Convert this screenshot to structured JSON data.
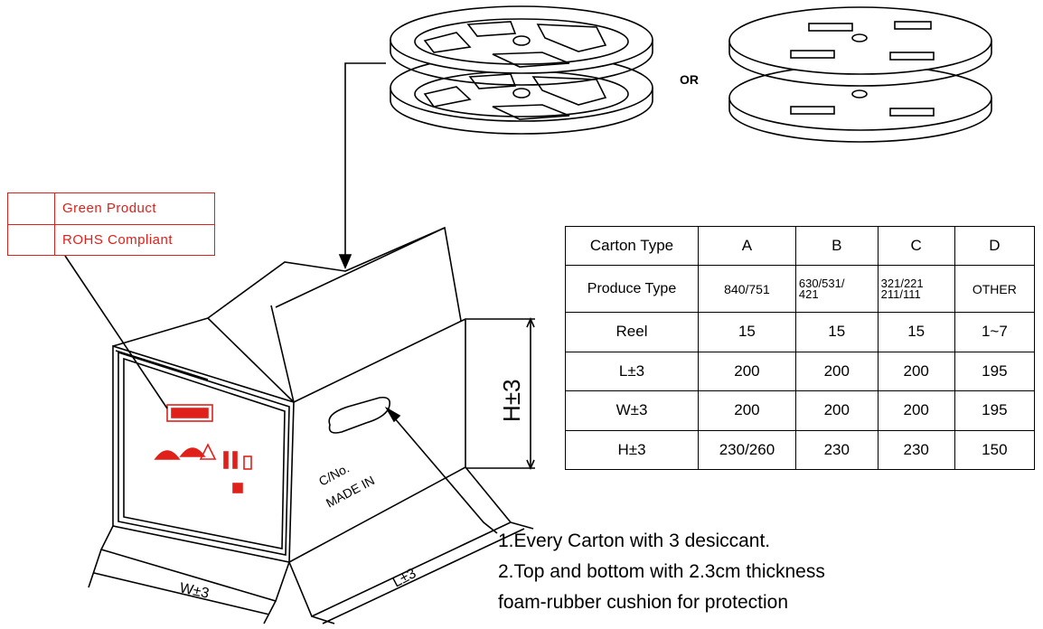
{
  "labels": {
    "green_product": "Green Product",
    "rohs": "ROHS Compliant"
  },
  "or_text": "OR",
  "box": {
    "cno": "C/No.",
    "made_in": "MADE IN",
    "height_dim": "H±3",
    "width_dim": "W±3",
    "length_dim": "L±3"
  },
  "table": {
    "header": [
      "Carton Type",
      "A",
      "B",
      "C",
      "D"
    ],
    "rows": [
      [
        "Produce Type",
        "840/751",
        "630/531/\n421",
        "321/221\n211/111",
        "OTHER"
      ],
      [
        "Reel",
        "15",
        "15",
        "15",
        "1~7"
      ],
      [
        "L±3",
        "200",
        "200",
        "200",
        "195"
      ],
      [
        "W±3",
        "200",
        "200",
        "200",
        "195"
      ],
      [
        "H±3",
        "230/260",
        "230",
        "230",
        "150"
      ]
    ]
  },
  "notes": [
    "1.Every Carton with 3 desiccant.",
    "2.Top and bottom with 2.3cm thickness",
    "foam-rubber cushion for protection"
  ],
  "colors": {
    "accent": "#e0201b",
    "line": "#000000"
  }
}
